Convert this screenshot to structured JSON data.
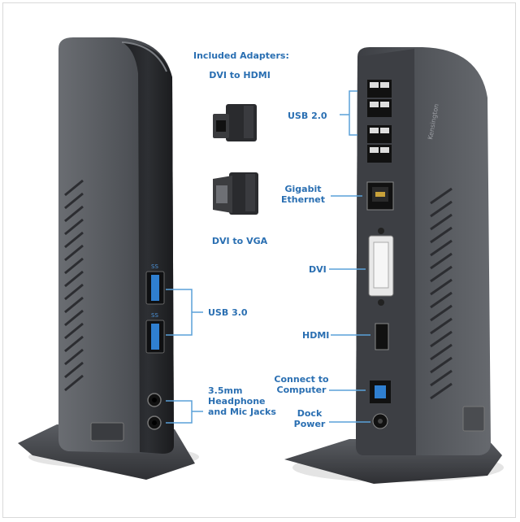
{
  "header": "Included Adapters:",
  "adapters": [
    {
      "label": "DVI to HDMI"
    },
    {
      "label": "DVI to VGA"
    }
  ],
  "front_ports": {
    "usb3_label": "USB 3.0",
    "jacks_label_line1": "3.5mm",
    "jacks_label_line2": "Headphone",
    "jacks_label_line3": "and Mic Jacks"
  },
  "rear_ports": {
    "usb2_label": "USB 2.0",
    "ethernet_line1": "Gigabit",
    "ethernet_line2": "Ethernet",
    "dvi_label": "DVI",
    "hdmi_label": "HDMI",
    "computer_line1": "Connect to",
    "computer_line2": "Computer",
    "power_line1": "Dock",
    "power_line2": "Power"
  },
  "colors": {
    "label_blue": "#2a6fb2",
    "leader_blue": "#5aa0d8",
    "dock_dark": "#3b3d42",
    "dock_body": "#55585d",
    "port_blue": "#2f7fd0"
  },
  "logo_text": "Kensington"
}
